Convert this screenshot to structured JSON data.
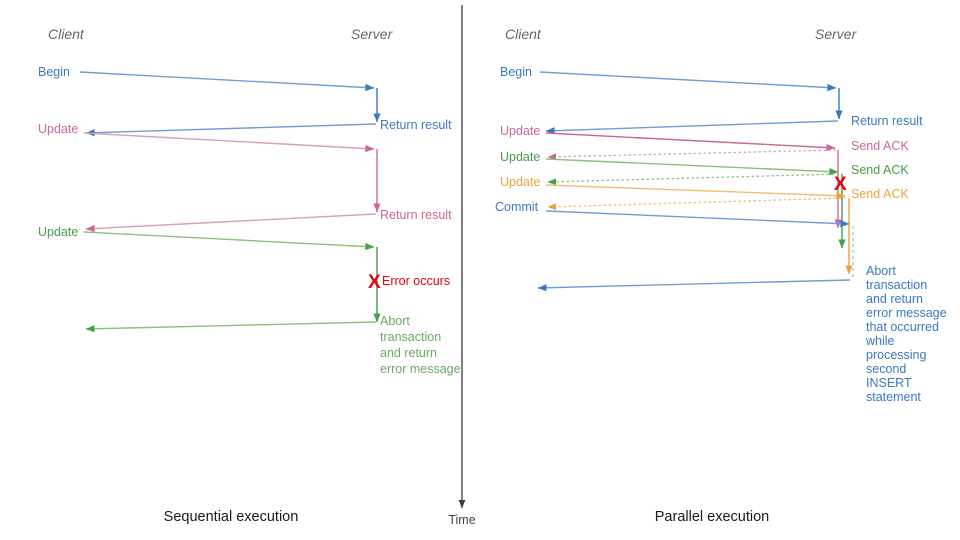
{
  "diagram": {
    "title_axis": {
      "time_label": "Time"
    },
    "panels": [
      {
        "id": "sequential",
        "caption": "Sequential execution",
        "lanes": {
          "client": "Client",
          "server": "Server"
        },
        "client_messages": [
          {
            "label": "Begin",
            "color": "#3b78c3"
          },
          {
            "label": "Update",
            "color": "#cc6699"
          },
          {
            "label": "Update",
            "color": "#4a9c4a"
          }
        ],
        "server_messages": [
          {
            "label": "Return result",
            "color": "#3b78c3"
          },
          {
            "label": "Return result",
            "color": "#cc6699"
          },
          {
            "label": "Error occurs",
            "color": "#e8000b"
          }
        ],
        "abort_note": {
          "color": "#6aaa64",
          "lines": [
            "Abort",
            "transaction",
            "and return",
            "error message"
          ]
        },
        "error_marker": "X"
      },
      {
        "id": "parallel",
        "caption": "Parallel execution",
        "lanes": {
          "client": "Client",
          "server": "Server"
        },
        "client_messages": [
          {
            "label": "Begin",
            "color": "#3b78c3"
          },
          {
            "label": "Update",
            "color": "#cc6699"
          },
          {
            "label": "Update",
            "color": "#4a9c4a"
          },
          {
            "label": "Update",
            "color": "#e8a33d"
          },
          {
            "label": "Commit",
            "color": "#3b78c3"
          }
        ],
        "server_messages": [
          {
            "label": "Return result",
            "color": "#3b78c3"
          },
          {
            "label": "Send ACK",
            "color": "#cc6699"
          },
          {
            "label": "Send ACK",
            "color": "#4a9c4a"
          },
          {
            "label": "Send ACK",
            "color": "#e8a33d"
          }
        ],
        "abort_note": {
          "color": "#3b78c3",
          "lines": [
            "Abort",
            "transaction",
            "and return",
            "error message",
            "that occurred",
            "while",
            "processing",
            "second",
            "INSERT",
            "statement"
          ]
        },
        "error_marker": "X"
      }
    ],
    "colors": {
      "blue": "#3b78c3",
      "blue_light": "#6f9ed6",
      "pink": "#cc6699",
      "pink_light": "#d9a0bd",
      "green": "#4a9c4a",
      "green_light": "#8cc278",
      "orange": "#e8a33d",
      "orange_light": "#f0bd73",
      "red": "#e8000b",
      "gray_axis": "#3d3d3d",
      "lane_text": "#666666"
    }
  }
}
